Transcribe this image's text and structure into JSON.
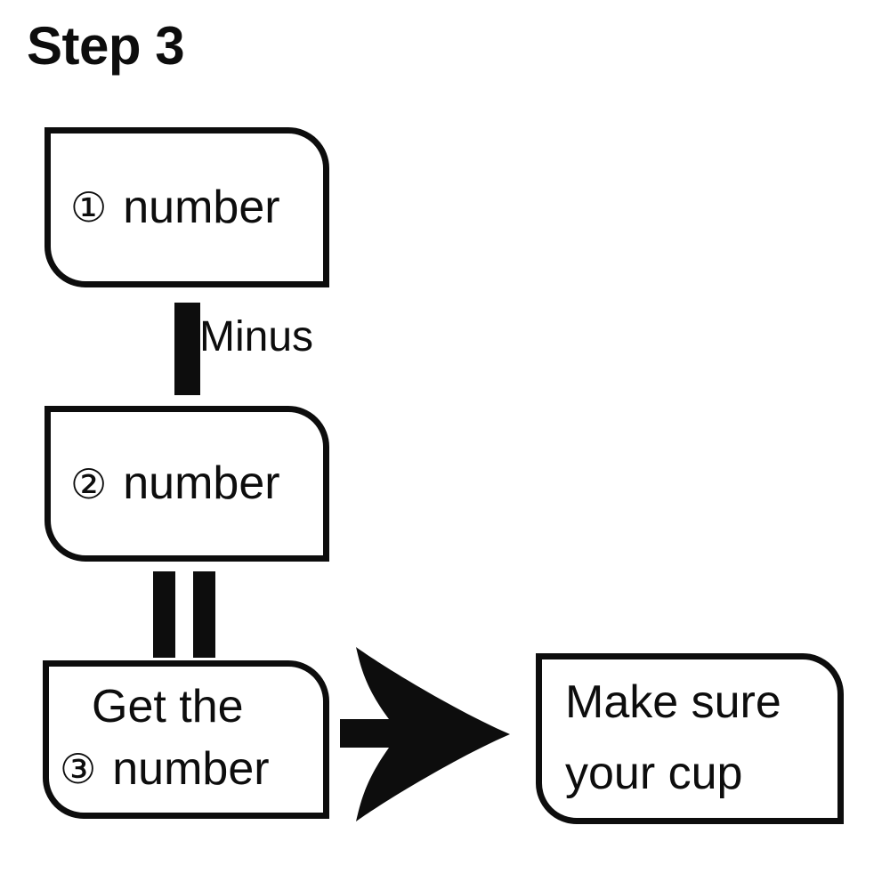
{
  "page": {
    "title": "Step 3",
    "background_color": "#ffffff",
    "ink_color": "#0d0d0d"
  },
  "diagram": {
    "type": "flowchart",
    "orientation": "vertical-then-right",
    "nodes": [
      {
        "id": "node-1",
        "name": "first-number-box",
        "shape": "note-box-rounded-tr-bl",
        "marker": "①",
        "marker_label": "1",
        "text": "number",
        "lines": [
          "① number"
        ]
      },
      {
        "id": "node-2",
        "name": "second-number-box",
        "shape": "note-box-rounded-tr-bl",
        "marker": "②",
        "marker_label": "2",
        "text": "number",
        "lines": [
          "② number"
        ]
      },
      {
        "id": "node-3",
        "name": "result-number-box",
        "shape": "note-box-rounded-tr-bl",
        "marker": "③",
        "marker_label": "3",
        "line_one": "Get the",
        "text": "number",
        "lines": [
          "Get the",
          "③ number"
        ]
      },
      {
        "id": "node-4",
        "name": "make-sure-cup-box",
        "shape": "note-box-rounded-tr-bl",
        "line_one": "Make sure",
        "line_two": "your cup",
        "lines": [
          "Make sure",
          "your cup"
        ]
      }
    ],
    "connectors": [
      {
        "id": "conn-minus",
        "name": "minus-connector",
        "glyph": "single-vertical-bar",
        "label": "Minus",
        "from": "node-1",
        "to": "node-2"
      },
      {
        "id": "conn-equals",
        "name": "equals-connector",
        "glyph": "double-vertical-bar",
        "label": "",
        "from": "node-2",
        "to": "node-3"
      },
      {
        "id": "conn-arrow",
        "name": "right-arrow-connector",
        "glyph": "right-arrow",
        "label": "",
        "from": "node-3",
        "to": "node-4"
      }
    ]
  }
}
